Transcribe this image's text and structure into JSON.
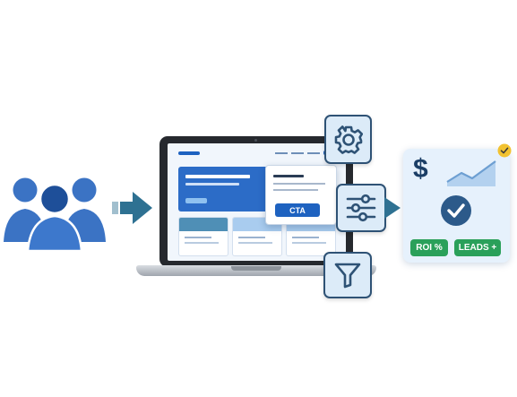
{
  "popup": {
    "cta_label": "CTA"
  },
  "results": {
    "currency_symbol": "$",
    "metric_badges": [
      "ROI %",
      "LEADS +"
    ]
  },
  "icons": {
    "audience": "users-group-icon",
    "flow_arrows": "arrow-right-icon",
    "settings": "gear-icon",
    "adjust": "sliders-icon",
    "filter": "funnel-icon",
    "trend": "trend-up-icon",
    "success": "check-circle-icon",
    "verified": "check-badge-icon"
  },
  "colors": {
    "people_blue": "#3b73c4",
    "arrow_teal": "#2e7192",
    "brand_blue": "#1e62c0",
    "tile_border": "#2e5275",
    "metric_green": "#2aa05a",
    "check_gold": "#f2c230"
  }
}
